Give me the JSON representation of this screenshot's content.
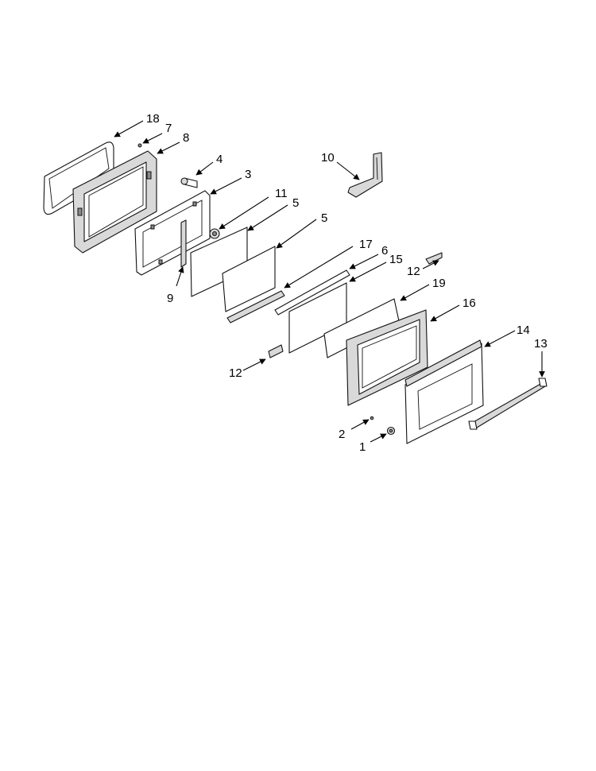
{
  "callouts": [
    {
      "id": "c18",
      "label": "18"
    },
    {
      "id": "c7",
      "label": "7"
    },
    {
      "id": "c8",
      "label": "8"
    },
    {
      "id": "c4",
      "label": "4"
    },
    {
      "id": "c3",
      "label": "3"
    },
    {
      "id": "c11",
      "label": "11"
    },
    {
      "id": "c5a",
      "label": "5"
    },
    {
      "id": "c5b",
      "label": "5"
    },
    {
      "id": "c9",
      "label": "9"
    },
    {
      "id": "c10",
      "label": "10"
    },
    {
      "id": "c17",
      "label": "17"
    },
    {
      "id": "c6",
      "label": "6"
    },
    {
      "id": "c15",
      "label": "15"
    },
    {
      "id": "c12a",
      "label": "12"
    },
    {
      "id": "c19",
      "label": "19"
    },
    {
      "id": "c16",
      "label": "16"
    },
    {
      "id": "c14",
      "label": "14"
    },
    {
      "id": "c13",
      "label": "13"
    },
    {
      "id": "c12b",
      "label": "12"
    },
    {
      "id": "c2",
      "label": "2"
    },
    {
      "id": "c1",
      "label": "1"
    }
  ]
}
